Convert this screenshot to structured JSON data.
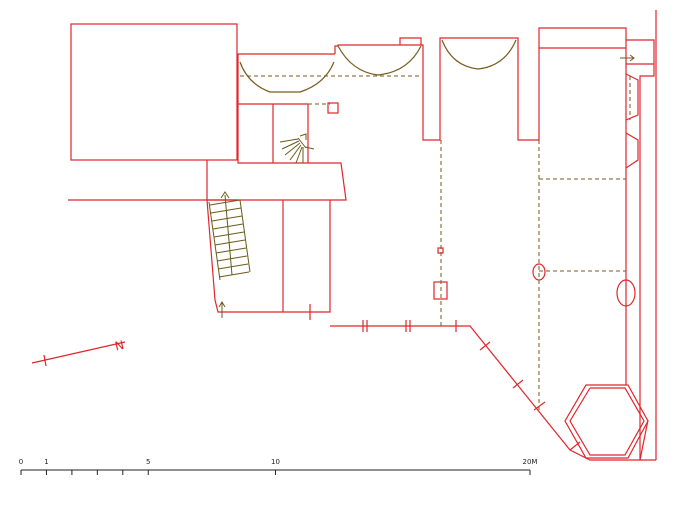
{
  "north_label": "N",
  "scale": {
    "ticks": [
      {
        "value": 0,
        "label": "0"
      },
      {
        "value": 1,
        "label": "1"
      },
      {
        "value": 2,
        "label": ""
      },
      {
        "value": 3,
        "label": ""
      },
      {
        "value": 4,
        "label": ""
      },
      {
        "value": 5,
        "label": "5"
      },
      {
        "value": 10,
        "label": "10"
      },
      {
        "value": 20,
        "label": "20M"
      }
    ],
    "max_value": 20
  },
  "colors": {
    "walls": "#e0262b",
    "vaults": "#7a5a1e",
    "scale": "#222222"
  }
}
